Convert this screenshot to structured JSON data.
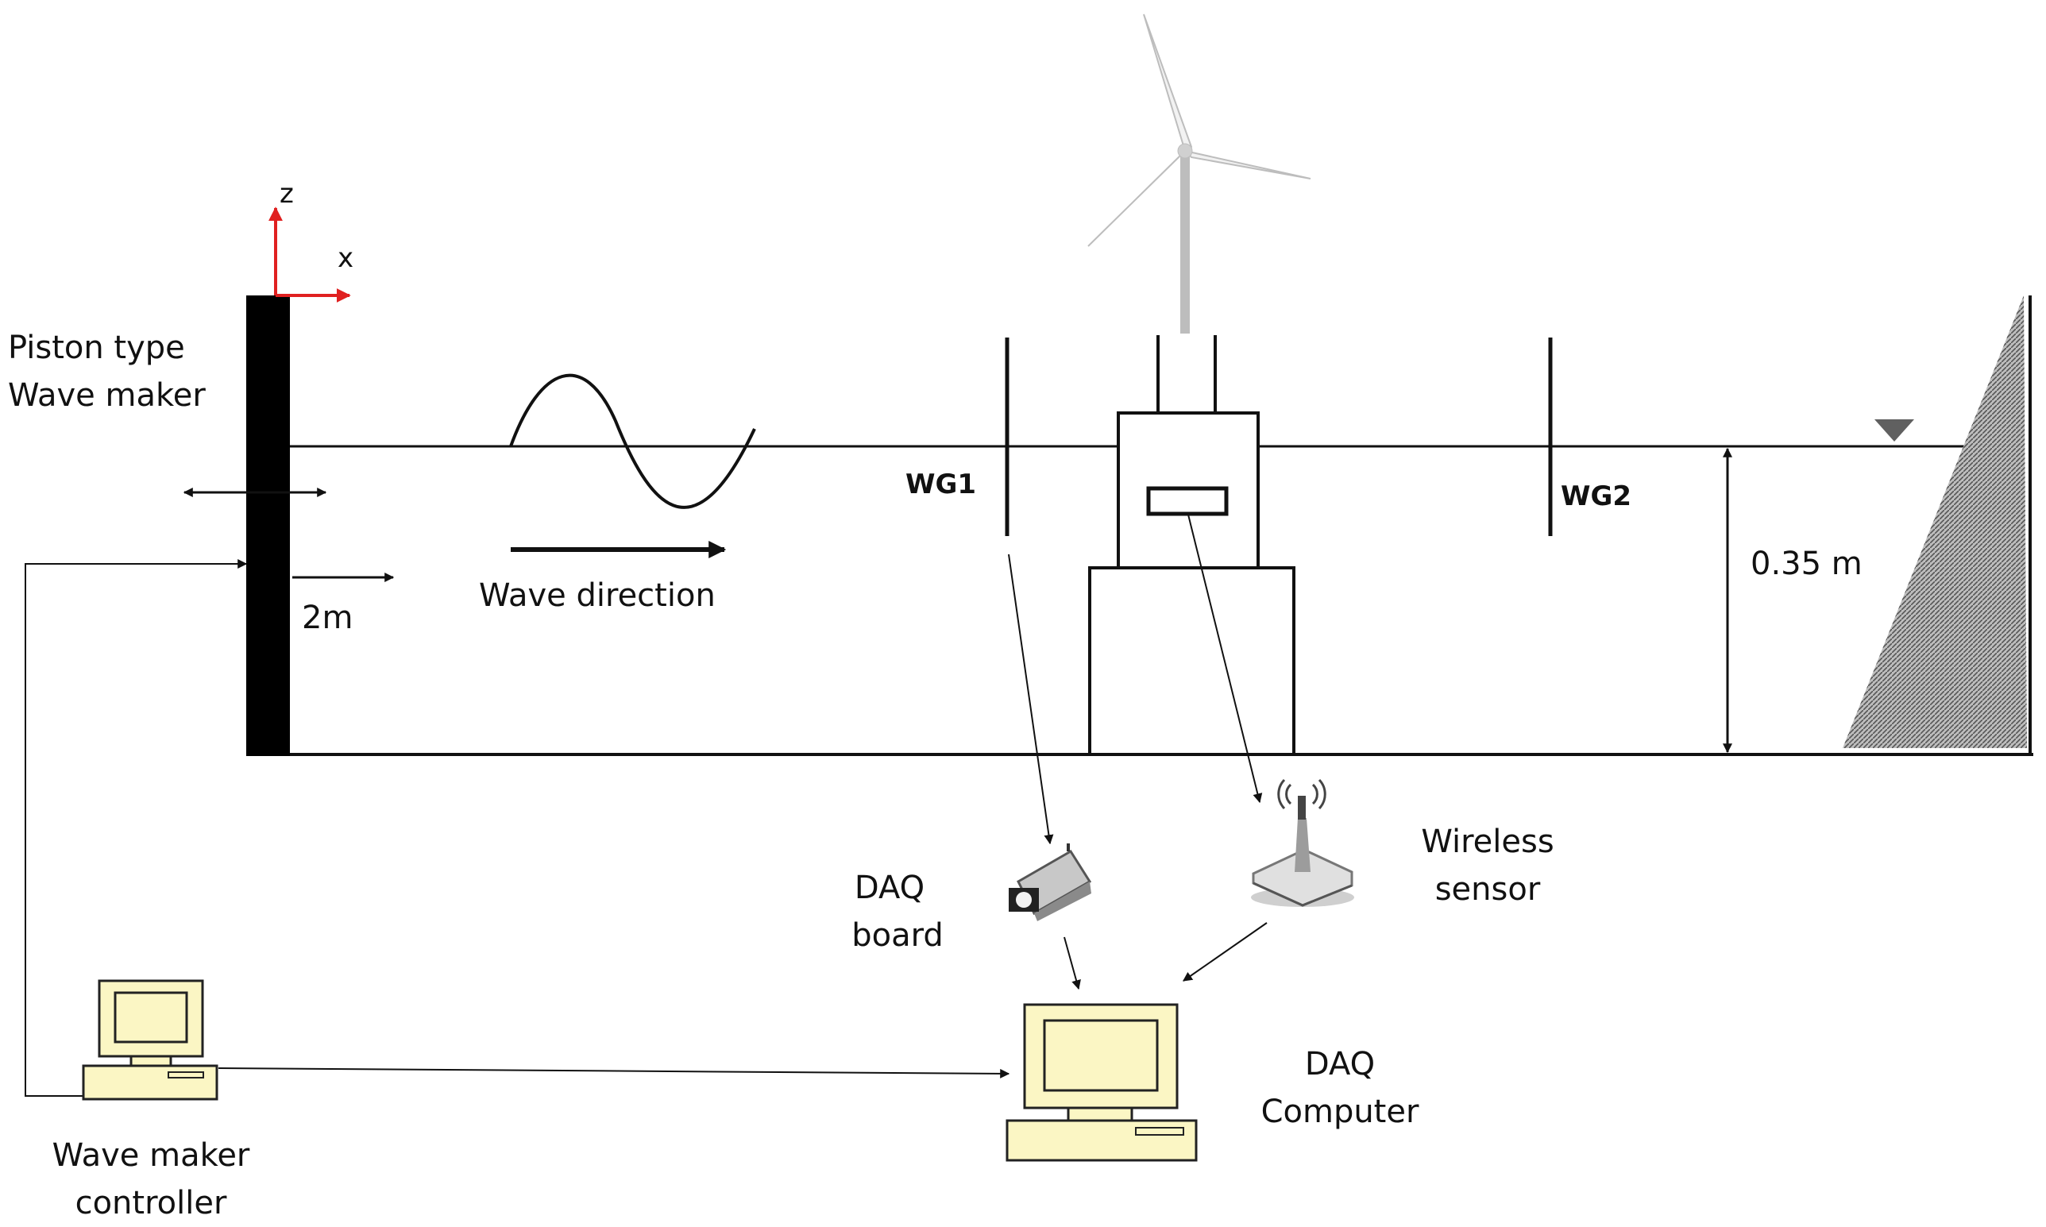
{
  "labels": {
    "wavemaker_line1": "Piston type",
    "wavemaker_line2": "Wave maker",
    "axis_z": "z",
    "axis_x": "x",
    "distance": "2m",
    "wave_direction": "Wave direction",
    "wg1": "WG1",
    "wg2": "WG2",
    "depth": "0.35 m",
    "daq_board_line1": "DAQ",
    "daq_board_line2": "board",
    "wireless_line1": "Wireless",
    "wireless_line2": "sensor",
    "daq_computer_line1": "DAQ",
    "daq_computer_line2": "Computer",
    "controller_line1": "Wave maker",
    "controller_line2": "controller"
  },
  "icons": [
    "wind-turbine-icon",
    "computer-icon",
    "camera-icon",
    "wireless-router-icon",
    "water-level-icon"
  ],
  "colors": {
    "axis": "#e02020",
    "line": "#111111",
    "computer_fill": "#fbf6c4",
    "beach_fill": "#888888"
  }
}
